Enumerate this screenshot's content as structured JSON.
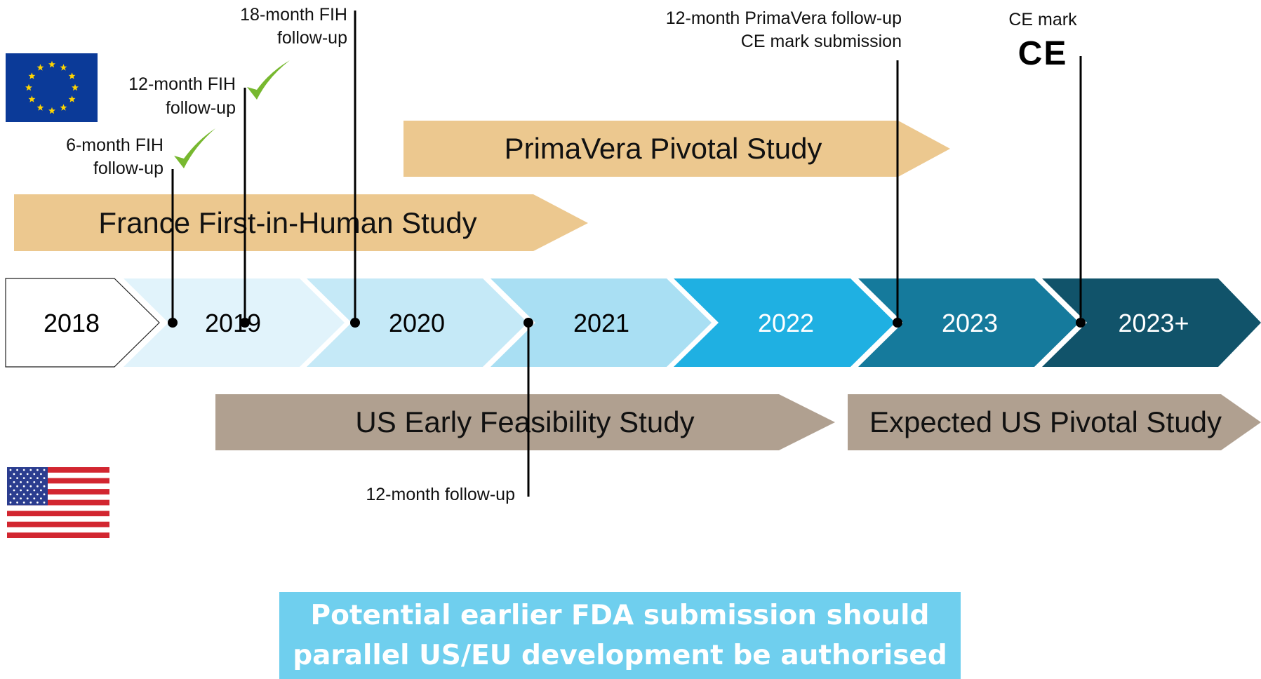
{
  "timeline": {
    "years": [
      "2018",
      "2019",
      "2020",
      "2021",
      "2022",
      "2023",
      "2023+"
    ]
  },
  "studies": {
    "france_fih": "France First-in-Human Study",
    "primavera": "PrimaVera Pivotal Study",
    "us_efs": "US Early Feasibility Study",
    "us_pivotal": "Expected US Pivotal Study"
  },
  "milestones": {
    "fih_6m": [
      "6-month FIH",
      "follow-up"
    ],
    "fih_12m": [
      "12-month FIH",
      "follow-up"
    ],
    "fih_18m": [
      "18-month FIH",
      "follow-up"
    ],
    "efs_12m": "12-month follow-up",
    "primavera_12m": [
      "12-month PrimaVera follow-up",
      "CE mark submission"
    ],
    "ce_mark": "CE mark"
  },
  "ce_symbol": "CE",
  "callout": {
    "line1": "Potential earlier FDA submission should",
    "line2": "parallel US/EU development be authorised"
  },
  "flags": {
    "eu": "eu-flag-icon",
    "us": "us-flag-icon"
  },
  "colors": {
    "eu_study": "#ecc88f",
    "us_study": "#b0a090",
    "callout_bg": "#6fcfee",
    "check": "#77b82f"
  }
}
